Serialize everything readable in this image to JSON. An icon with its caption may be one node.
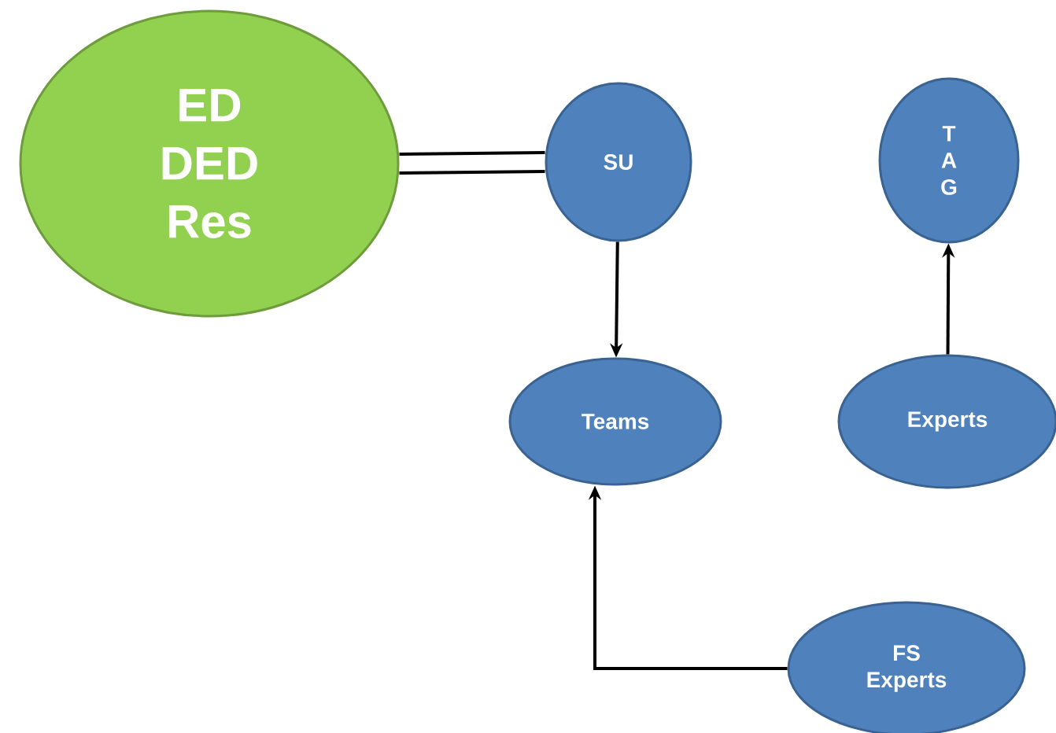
{
  "diagram": {
    "nodes": [
      {
        "text": [
          "ED DED Res"
        ]
      },
      {
        "text": [
          "SU"
        ]
      },
      {
        "text": [
          "T A G"
        ]
      },
      {
        "text": [
          "Teams"
        ]
      },
      {
        "text": [
          "Experts"
        ]
      },
      {
        "text": [
          "FS Experts"
        ]
      }
    ],
    "edges": [
      {
        "from": 0,
        "to": 1,
        "arrow": "none"
      },
      {
        "from": 1,
        "to": 3,
        "arrow": "to"
      },
      {
        "from": 4,
        "to": 2,
        "arrow": "to"
      },
      {
        "from": 5,
        "to": 3,
        "arrow": "to"
      }
    ]
  }
}
